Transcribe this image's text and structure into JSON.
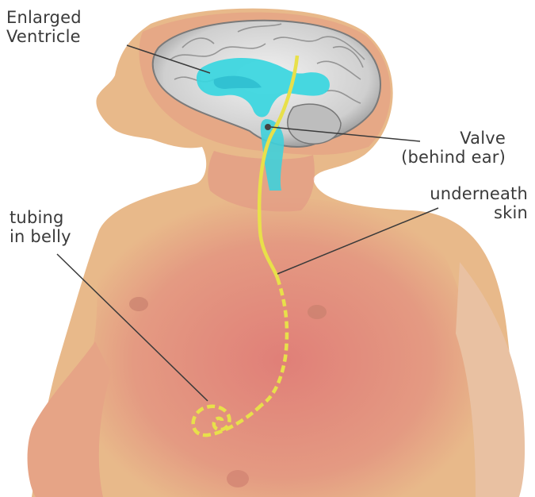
{
  "labels": {
    "enlarged_ventricle": {
      "line1": "Enlarged",
      "line2": "Ventricle"
    },
    "valve": {
      "line1": "Valve",
      "line2": "(behind ear)"
    },
    "underneath_skin": {
      "line1": "underneath",
      "line2": "skin"
    },
    "tubing_in_belly": {
      "line1": "tubing",
      "line2": "in belly"
    }
  },
  "colors": {
    "skin_base": "#e8b98a",
    "skin_flush": "#e3897a",
    "brain": "#d9d9d9",
    "ventricle": "#38d6e0",
    "shunt_tube": "#e8e04a",
    "leader_line": "#3a3a3a"
  }
}
